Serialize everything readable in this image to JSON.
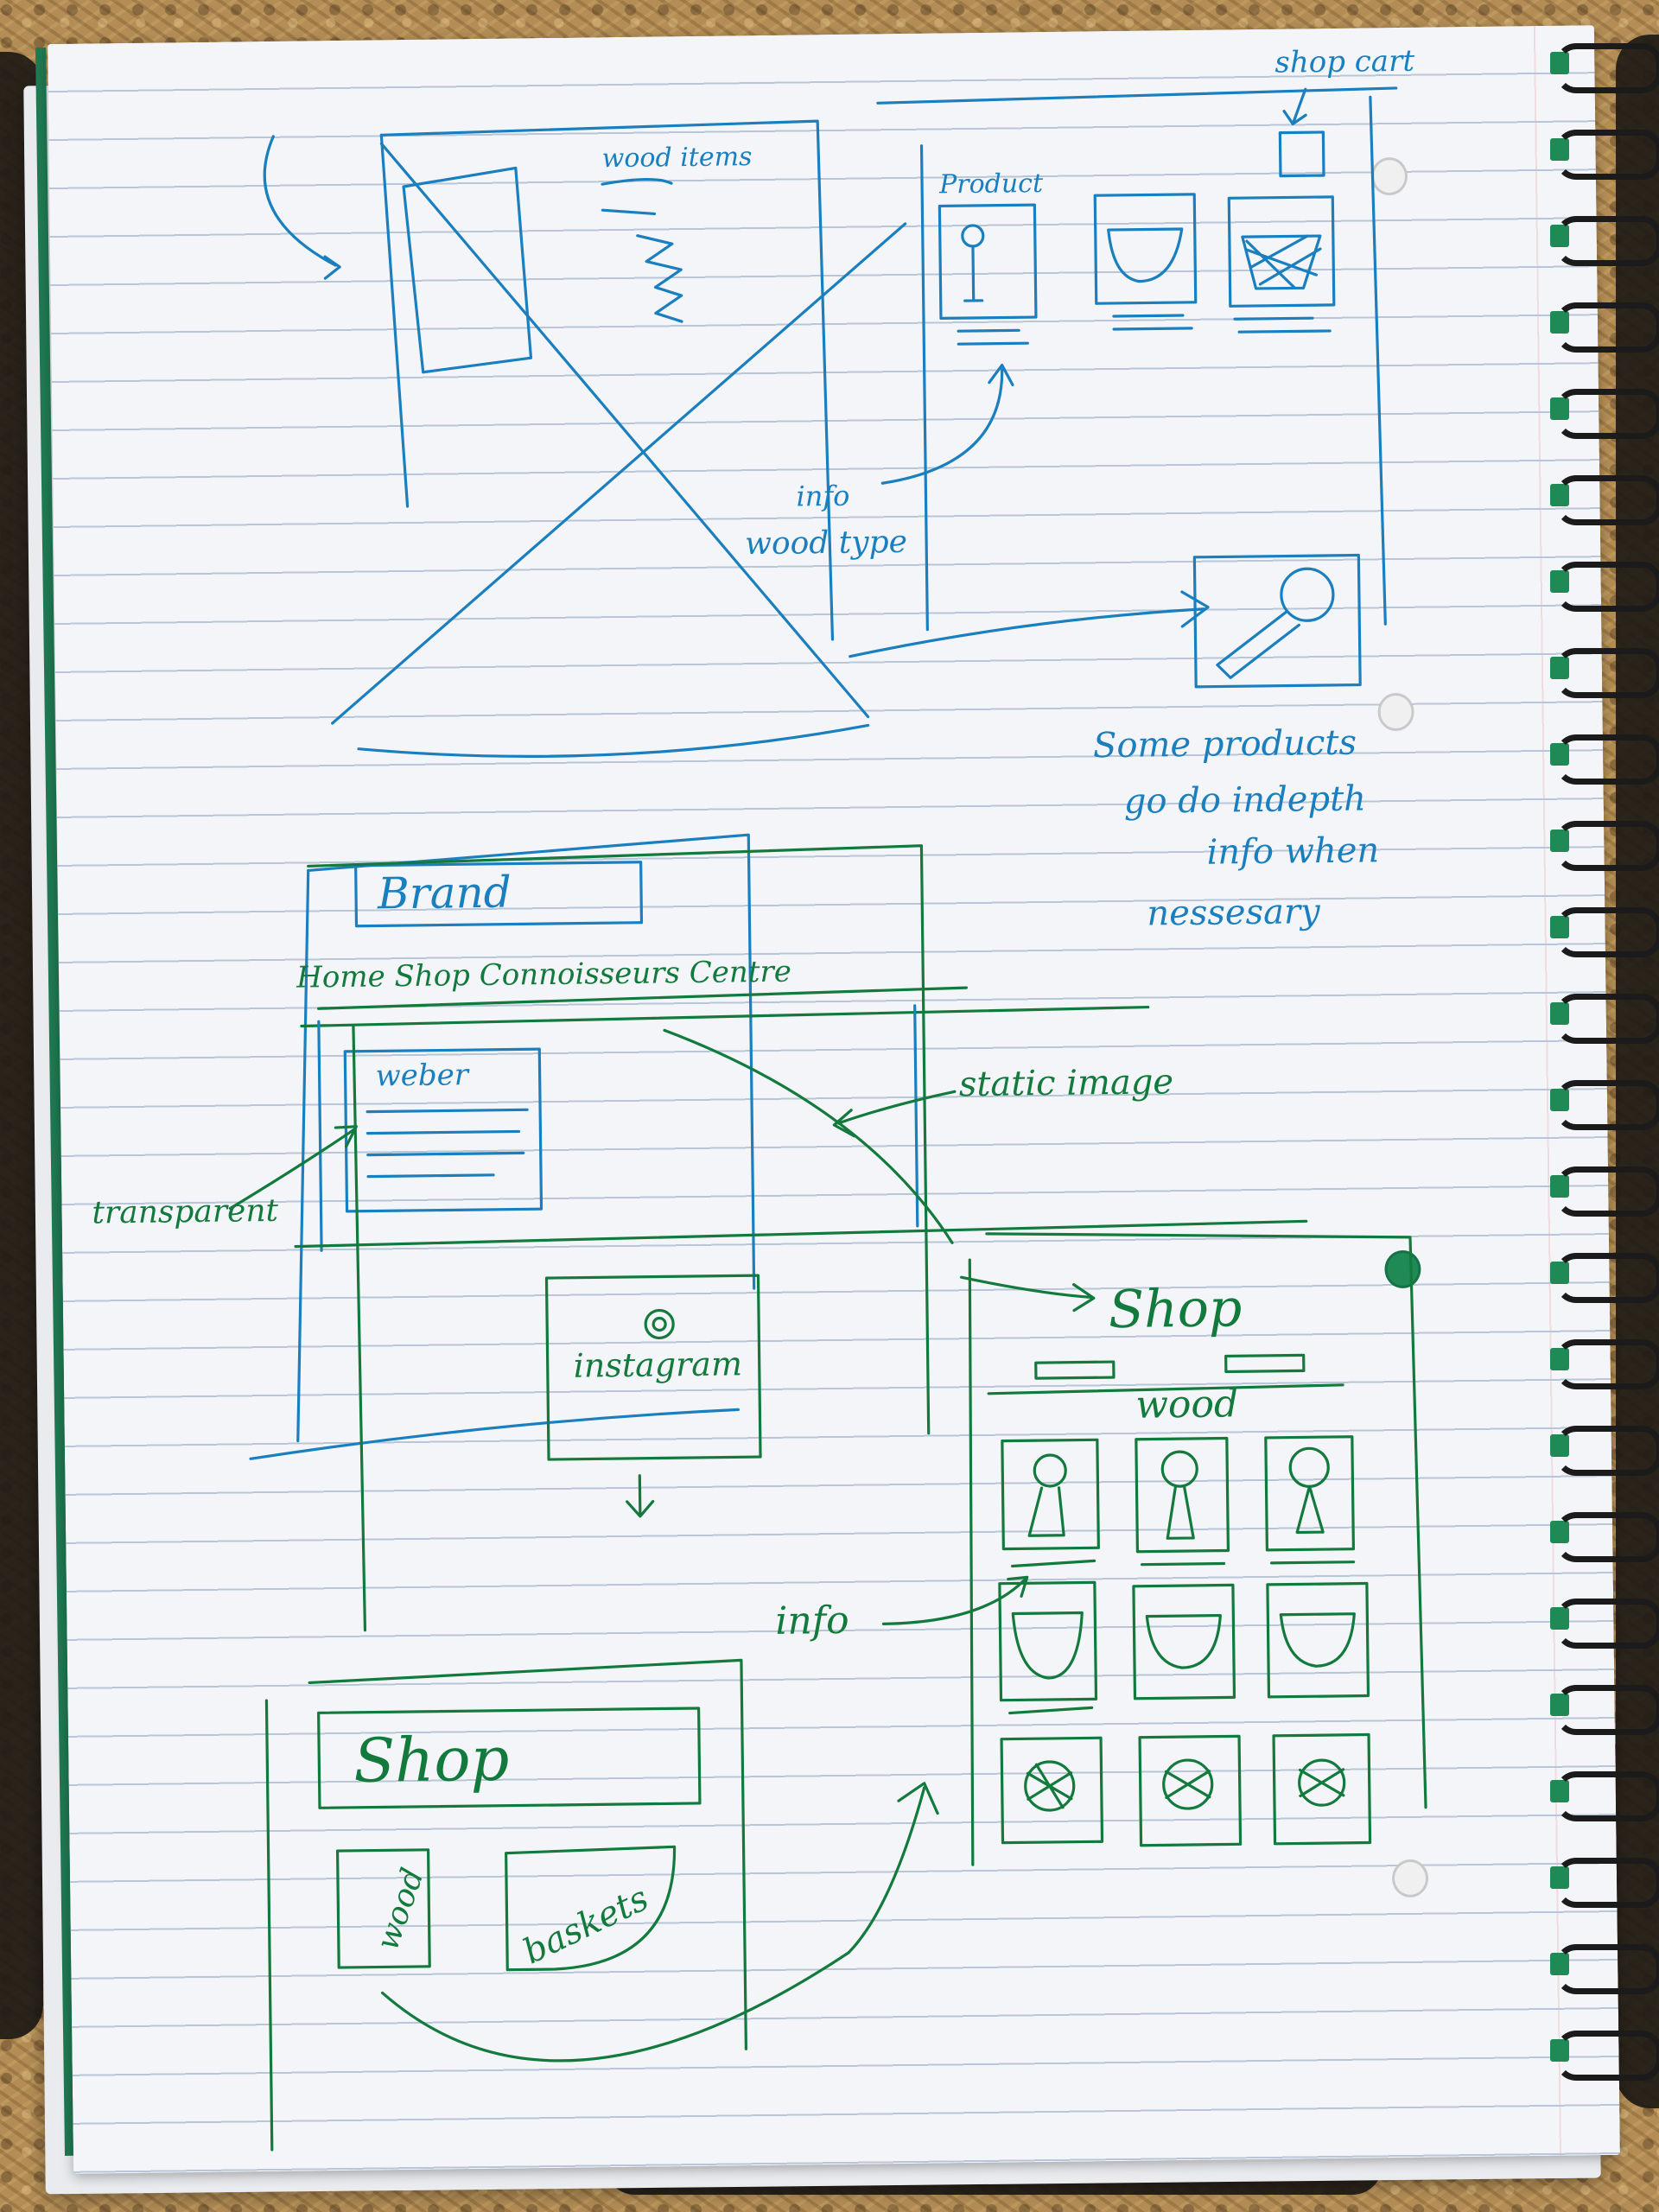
{
  "sketch": {
    "top_right": {
      "shop_cart_note": "shop cart",
      "product_label": "Product",
      "info_note": "info",
      "wood_type_note": "wood type",
      "some_products_note": [
        "Some products",
        "go do indepth",
        "info when",
        "nessesary"
      ]
    },
    "top_left": {
      "scribble_note": "wood items"
    },
    "homepage": {
      "brand_label": "Brand",
      "nav_text": "Home Shop Connoisseurs Centre",
      "hero_box_label": "weber",
      "transparent_note": "transparent",
      "static_image_note": "static image",
      "instagram_label": "instagram"
    },
    "shop_landing": {
      "shop_title": "Shop",
      "wood_tile": "wood",
      "baskets_tile": "baskets"
    },
    "shop_grid": {
      "shop_title": "Shop",
      "wood_subtitle": "wood",
      "info_note": "info"
    }
  },
  "colors": {
    "blue_ink": "#1a7fbf",
    "green_ink": "#137a3d",
    "paper": "#f4f5f8"
  }
}
